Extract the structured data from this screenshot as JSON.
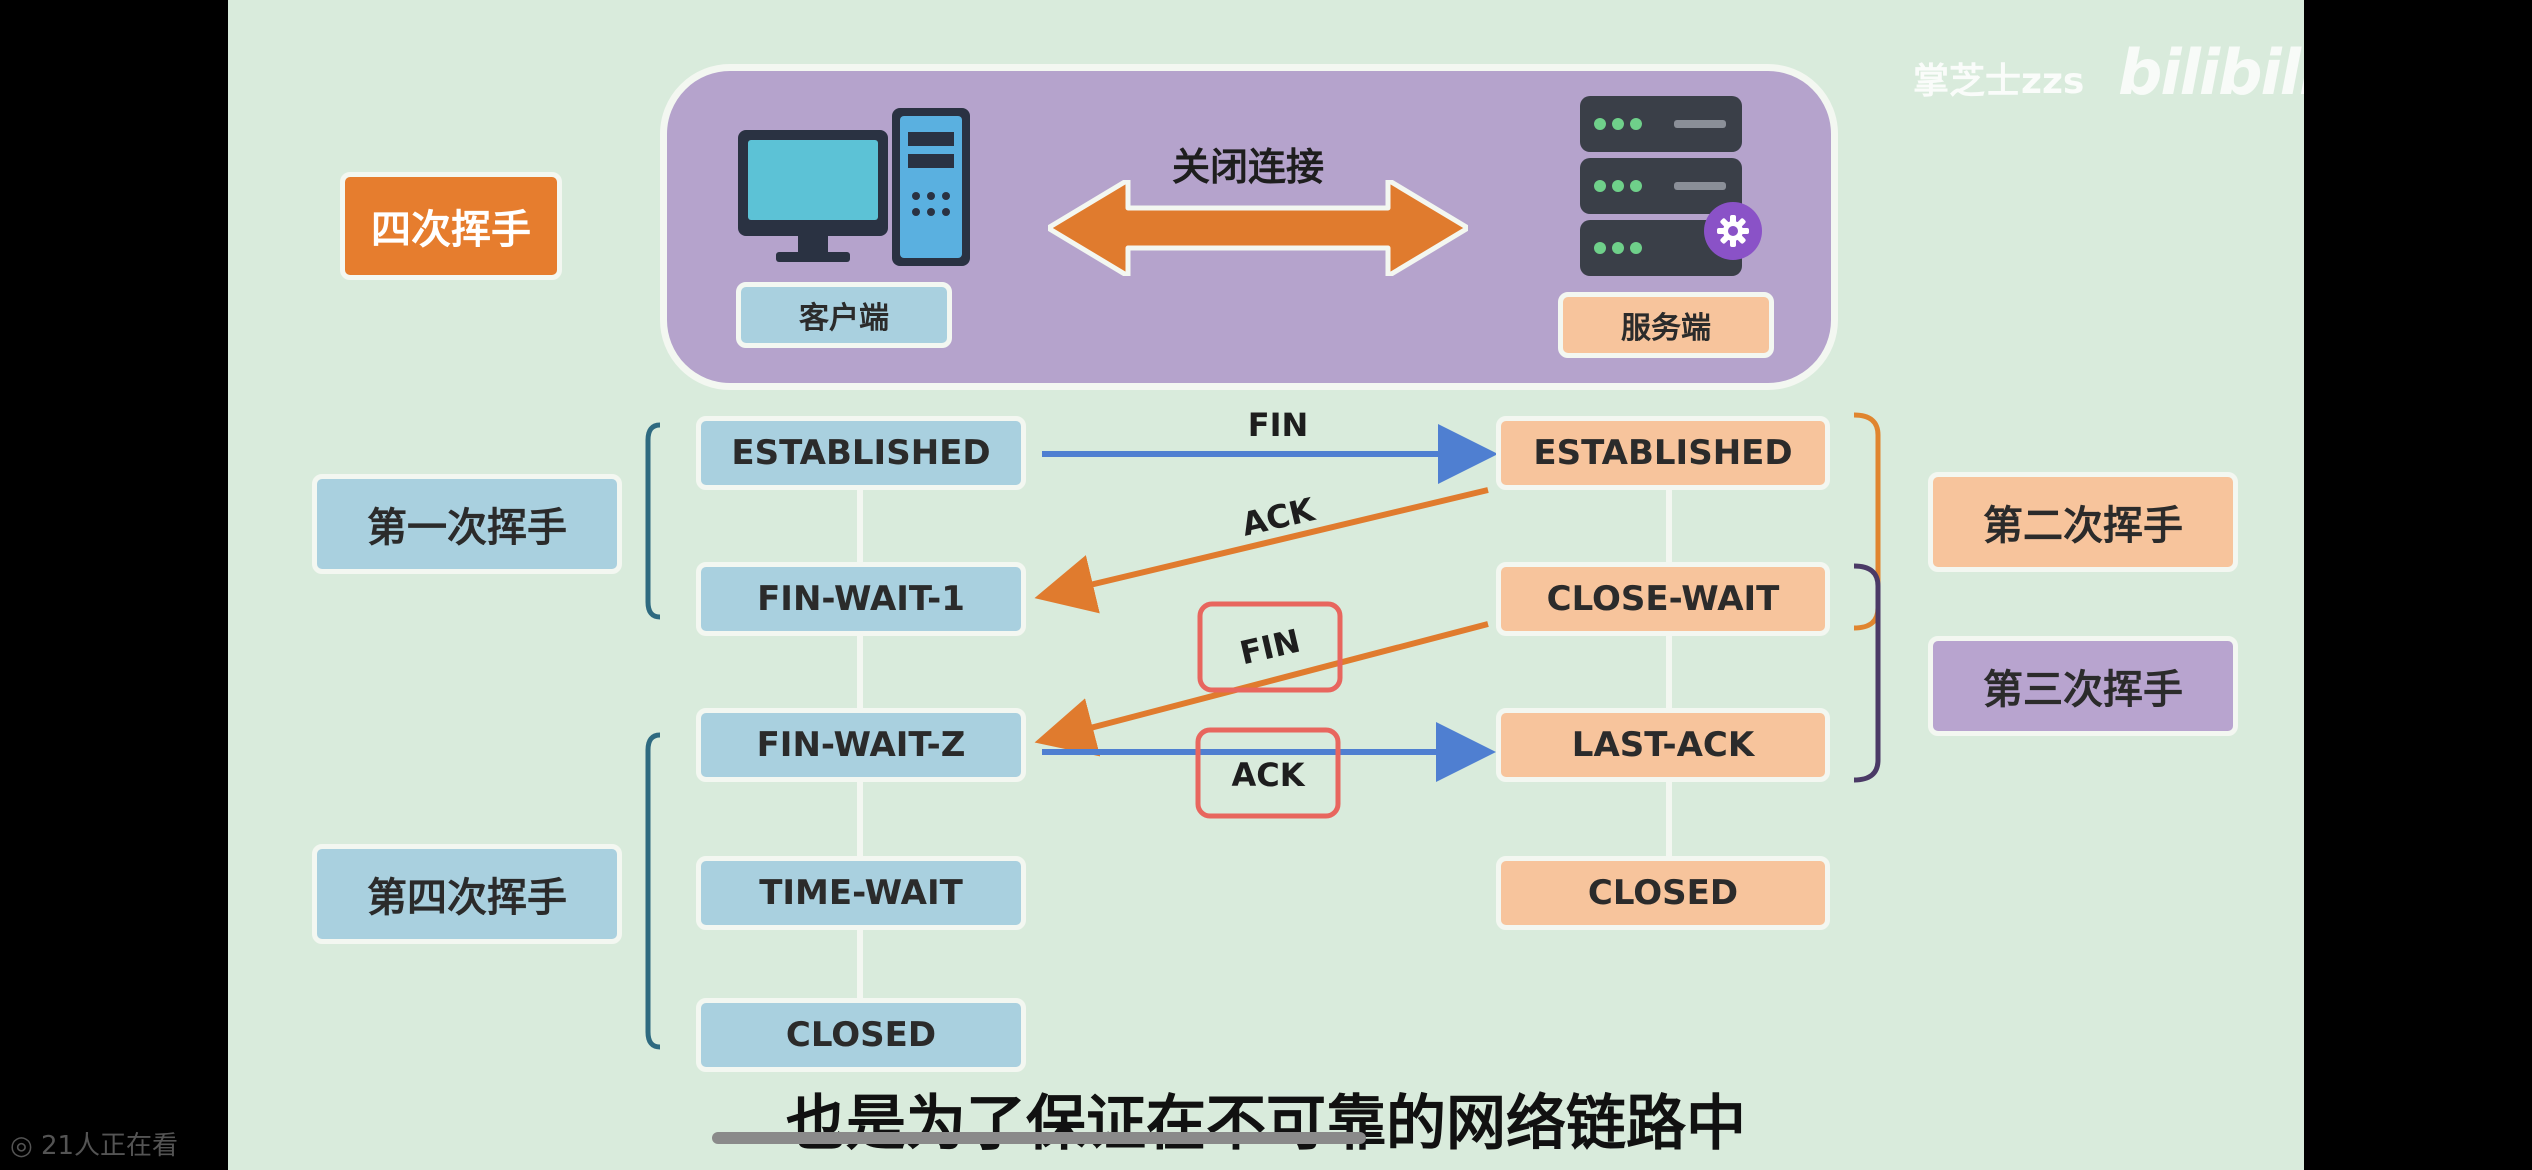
{
  "title_badge": "四次挥手",
  "client_label": "客户端",
  "server_label": "服务端",
  "connection_label": "关闭连接",
  "watermark": "掌芝士zzs",
  "platform_logo": "bilibili",
  "client_states": [
    "ESTABLISHED",
    "FIN-WAIT-1",
    "FIN-WAIT-Z",
    "TIME-WAIT",
    "CLOSED"
  ],
  "server_states": [
    "ESTABLISHED",
    "CLOSE-WAIT",
    "LAST-ACK",
    "CLOSED"
  ],
  "handshakes": {
    "first": "第一次挥手",
    "second": "第二次挥手",
    "third": "第三次挥手",
    "fourth": "第四次挥手"
  },
  "messages": {
    "fin1": "FIN",
    "ack1": "ACK",
    "fin2": "FIN",
    "ack2": "ACK"
  },
  "subtitle": "也是为了保证在不可靠的网络链路中",
  "viewers": "21人正在看",
  "colors": {
    "background": "#d9ebdc",
    "client_blue": "#a9d0df",
    "server_orange": "#f7c49c",
    "panel_purple": "#b5a3cc",
    "arrow_blue": "#4f7fd1",
    "arrow_orange": "#e07b2e",
    "highlight_red": "#e8665e"
  },
  "icons": {
    "client": "desktop-computer-icon",
    "server": "server-rack-icon",
    "gear": "gear-icon"
  }
}
